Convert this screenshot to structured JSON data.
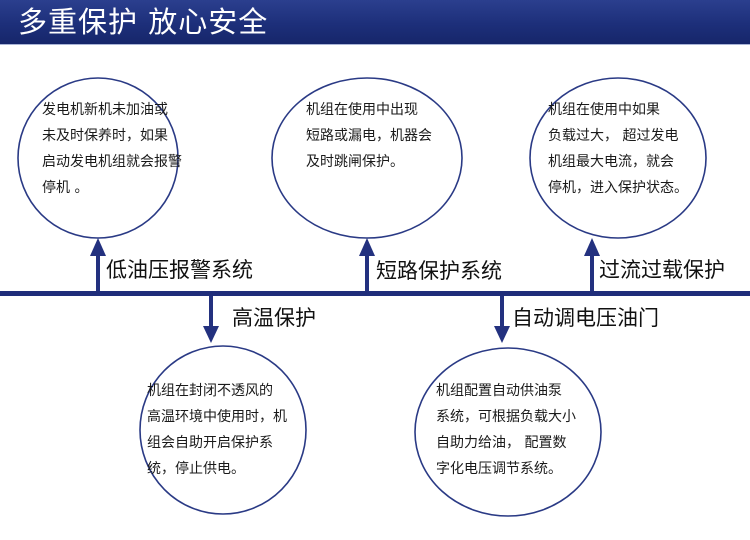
{
  "header": {
    "title": "多重保护  放心安全"
  },
  "colors": {
    "header": "#1d2f7a",
    "line": "#1f2d7a",
    "circle_stroke": "#2a3a85"
  },
  "features": {
    "low_oil": {
      "label": "低油压报警系统",
      "text": "发电机新机未加油或\n未及时保养时，如果\n启动发电机组就会报警\n停机 。"
    },
    "short_circuit": {
      "label": "短路保护系统",
      "text": "机组在使用中出现\n短路或漏电，机器会\n及时跳闸保护。"
    },
    "overload": {
      "label": "过流过载保护",
      "text": "机组在使用中如果\n负载过大，  超过发电\n机组最大电流，就会\n停机，进入保护状态。"
    },
    "high_temp": {
      "label": "高温保护",
      "text": "机组在封闭不透风的\n高温环境中使用时，机\n组会自助开启保护系\n统，停止供电。"
    },
    "auto_throttle": {
      "label": "自动调电压油门",
      "text": "机组配置自动供油泵\n系统，可根据负载大小\n自助力给油，  配置数\n字化电压调节系统。"
    }
  }
}
